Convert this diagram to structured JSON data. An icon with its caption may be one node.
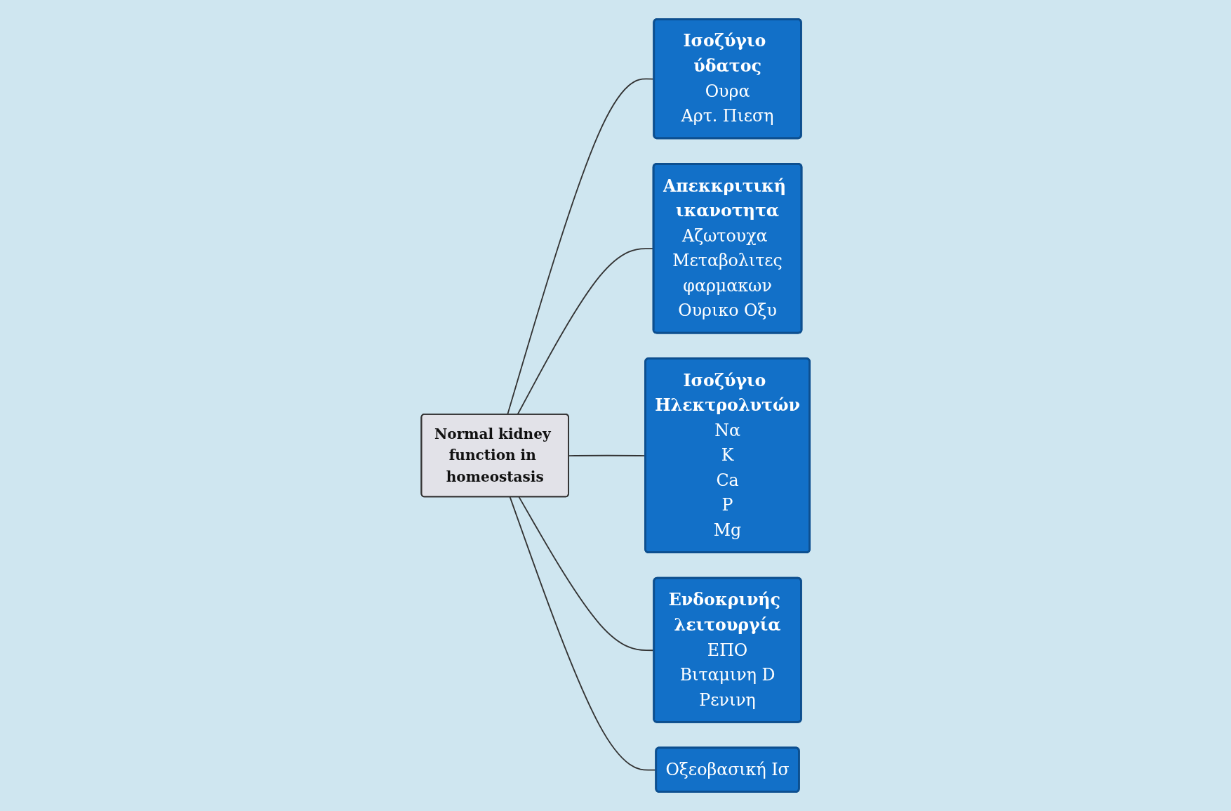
{
  "diagram": {
    "nodes": [
      {
        "text": [
          "Ισοζύγιο ύδατος",
          "Ουρα",
          "Αρτ. Πιεση"
        ]
      },
      {
        "text": [
          "Απεκκριτική ικανοτητα",
          "Αζωτουχα Μεταβολιτες",
          "φαρμακων",
          "Ουρικο Οξυ"
        ]
      },
      {
        "text": [
          "Ισοζύγιο Ηλεκτρολυτών",
          "Να",
          "K",
          "Ca",
          "P",
          "Mg"
        ]
      },
      {
        "text": [
          "Normal kidney function in homeostasis"
        ]
      },
      {
        "text": [
          "Ενδοκρινής λειτουργία",
          "ΕΠΟ",
          "Βιταμινη D",
          "Ρενινη"
        ]
      },
      {
        "text": [
          "Οξεοβασική Ισ"
        ]
      }
    ],
    "edges": [
      {
        "from": 3,
        "to": 0,
        "arrow": "none"
      },
      {
        "from": 3,
        "to": 1,
        "arrow": "none"
      },
      {
        "from": 3,
        "to": 2,
        "arrow": "none"
      },
      {
        "from": 3,
        "to": 4,
        "arrow": "none"
      },
      {
        "from": 3,
        "to": 5,
        "arrow": "none"
      }
    ]
  }
}
